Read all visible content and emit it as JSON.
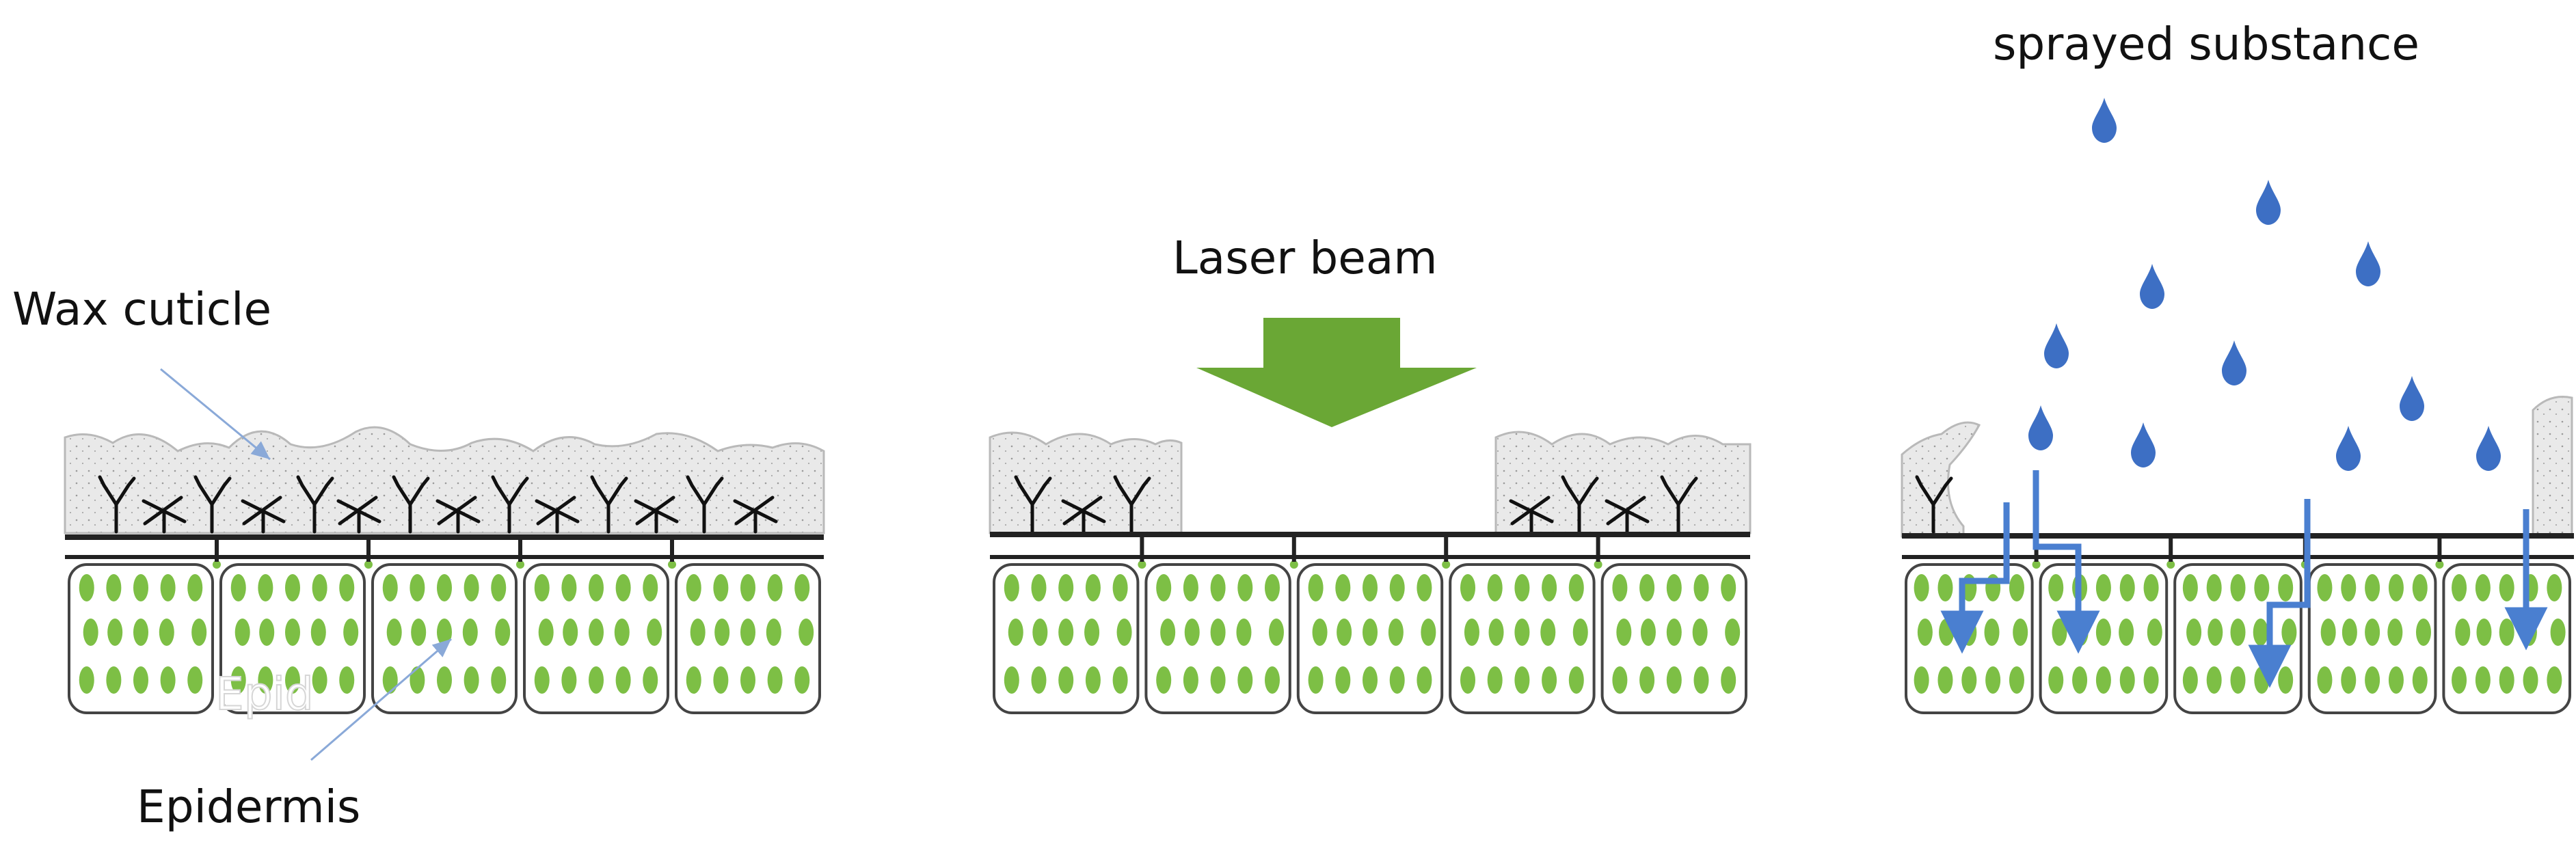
{
  "labels": {
    "wax_cuticle": "Wax cuticle",
    "epidermis": "Epidermis",
    "laser_beam": "Laser beam",
    "sprayed_substance": "sprayed substance"
  },
  "colors": {
    "wax": "#e9e9e9",
    "wax_edge": "#b9b9b9",
    "cell_wall": "#444444",
    "chloroplast": "#7dbf45",
    "laser_arrow": "#6aa735",
    "droplet": "#3d6fc4",
    "flow_arrow": "#4a7fd0",
    "pointer": "#8aa9d8"
  },
  "icons": {
    "droplet": "droplet-icon",
    "laser": "down-arrow-icon",
    "flow": "bent-arrow-icon"
  }
}
